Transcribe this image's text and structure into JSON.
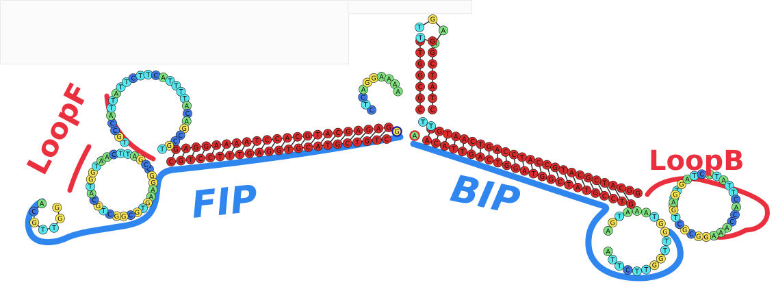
{
  "annotations": {
    "loop_f": "LoopF",
    "fip": "FIP",
    "bip": "BIP",
    "loop_b": "LoopB"
  },
  "colors": {
    "A": "#7fe07f",
    "T": "#56e6ee",
    "G": "#f6e455",
    "C": "#3d78e6",
    "stem": "#d92b2b",
    "highlight_ring": "#1a1aa8",
    "primer_blue": "#2f86ef",
    "loop_red": "#ea2f3f"
  },
  "structure": {
    "stem_left_top": "GAGGAAAATCCACGTACGAGAG",
    "stem_left_bottom": "CGTCCTTTGAGGTGCATGCTGTC",
    "stem_right_top": "AGTAACTGACCTACCGTACGCTACGG",
    "stem_right_bottom": "ACATTGACTGGATGGCTATGCCTG",
    "left_upper_loop": "TGCCATTATTCTTCATTTTACAGCCGT",
    "left_lower_loop": "CGGAAGTGCGGCTGCATGGTAACTTAGC",
    "left_tail": "GGTTGCA",
    "top_loop_left": "CTCAGGAAAA",
    "top_hairpin_stem_up": "CGCGGTA",
    "top_hairpin_loop": "TGAAT",
    "top_hairpin_stem_down": "GGCTATC",
    "junction_extra": "TT",
    "right_lower_loop": "AGTAAATGGTTGGTTCTTA",
    "right_loop_b": "GTTGATCATATTCACCAAAGGCGCTGAG",
    "highlight_left": "G",
    "highlight_right": "A"
  }
}
